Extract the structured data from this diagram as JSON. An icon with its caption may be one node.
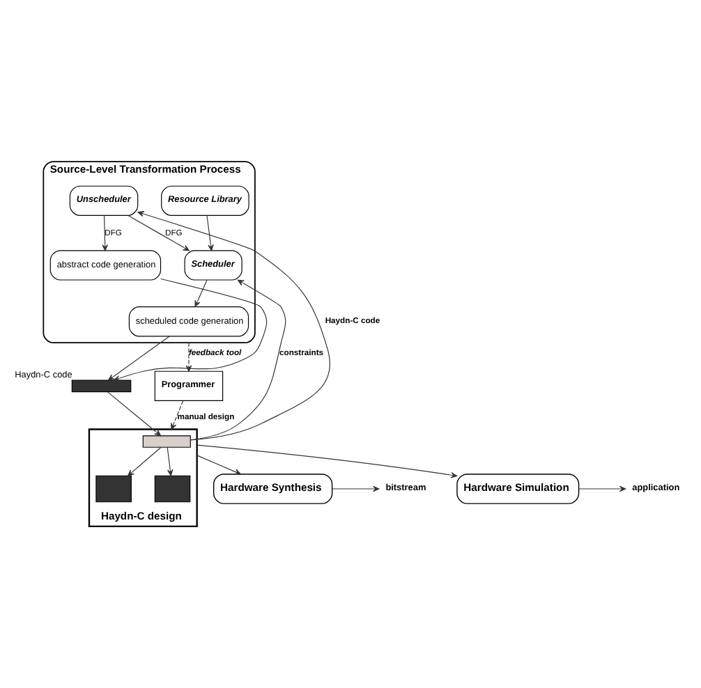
{
  "diagram": {
    "nodes": [
      {
        "text": [
          "Source-Level Transformation Process"
        ]
      },
      {
        "text": [
          "scheduled code generation"
        ],
        "in": 0
      },
      {
        "text": [
          "abstract code generation"
        ],
        "in": 0
      },
      {
        "text": [
          "Resource Library"
        ],
        "in": 0
      },
      {
        "text": [
          "Unscheduler"
        ],
        "in": 0
      },
      {
        "text": [
          "Scheduler"
        ],
        "in": 0
      },
      {
        "text": [],
        "shape": "bar",
        "beside": [
          "Haydn-C code"
        ]
      },
      {
        "text": [
          "Programmer"
        ]
      },
      {
        "text": [
          "Haydn-C design"
        ]
      },
      {
        "text": [],
        "shape": "box",
        "in": 8
      },
      {
        "text": [],
        "shape": "box",
        "in": 8
      },
      {
        "text": [],
        "shape": "box",
        "in": 8
      },
      {
        "text": [
          "Hardware Synthesis"
        ]
      },
      {
        "text": [
          "Hardware Simulation"
        ]
      },
      {
        "text": [
          "bitstream"
        ]
      },
      {
        "text": [
          "application"
        ]
      }
    ],
    "edges": [
      {
        "from": 1,
        "to": 6,
        "arrow": "to"
      },
      {
        "from": 2,
        "to": 6,
        "arrow": "to"
      },
      {
        "from": 4,
        "to": 2,
        "arrow": "to",
        "label": "DFG"
      },
      {
        "from": 4,
        "to": 5,
        "arrow": "to",
        "label": "DFG"
      },
      {
        "from": 3,
        "to": 5,
        "arrow": "to"
      },
      {
        "from": 5,
        "to": 1,
        "arrow": "to"
      },
      {
        "from": 0,
        "to": 7,
        "arrow": "to",
        "label": "feedback tool",
        "style": "dashed"
      },
      {
        "from": 7,
        "to": 8,
        "arrow": "to",
        "label": "manual design",
        "style": "dashed"
      },
      {
        "from": 6,
        "to": 9,
        "arrow": "to"
      },
      {
        "from": 9,
        "to": 10,
        "arrow": "to"
      },
      {
        "from": 9,
        "to": 11,
        "arrow": "to"
      },
      {
        "from": 9,
        "to": 4,
        "arrow": "to",
        "label": "Haydn-C code"
      },
      {
        "from": 9,
        "to": 5,
        "arrow": "to",
        "label": "constraints"
      },
      {
        "from": 8,
        "to": 12,
        "arrow": "to"
      },
      {
        "from": 8,
        "to": 13,
        "arrow": "to"
      },
      {
        "from": 12,
        "to": 14,
        "arrow": "to"
      },
      {
        "from": 13,
        "to": 15,
        "arrow": "to"
      }
    ]
  }
}
